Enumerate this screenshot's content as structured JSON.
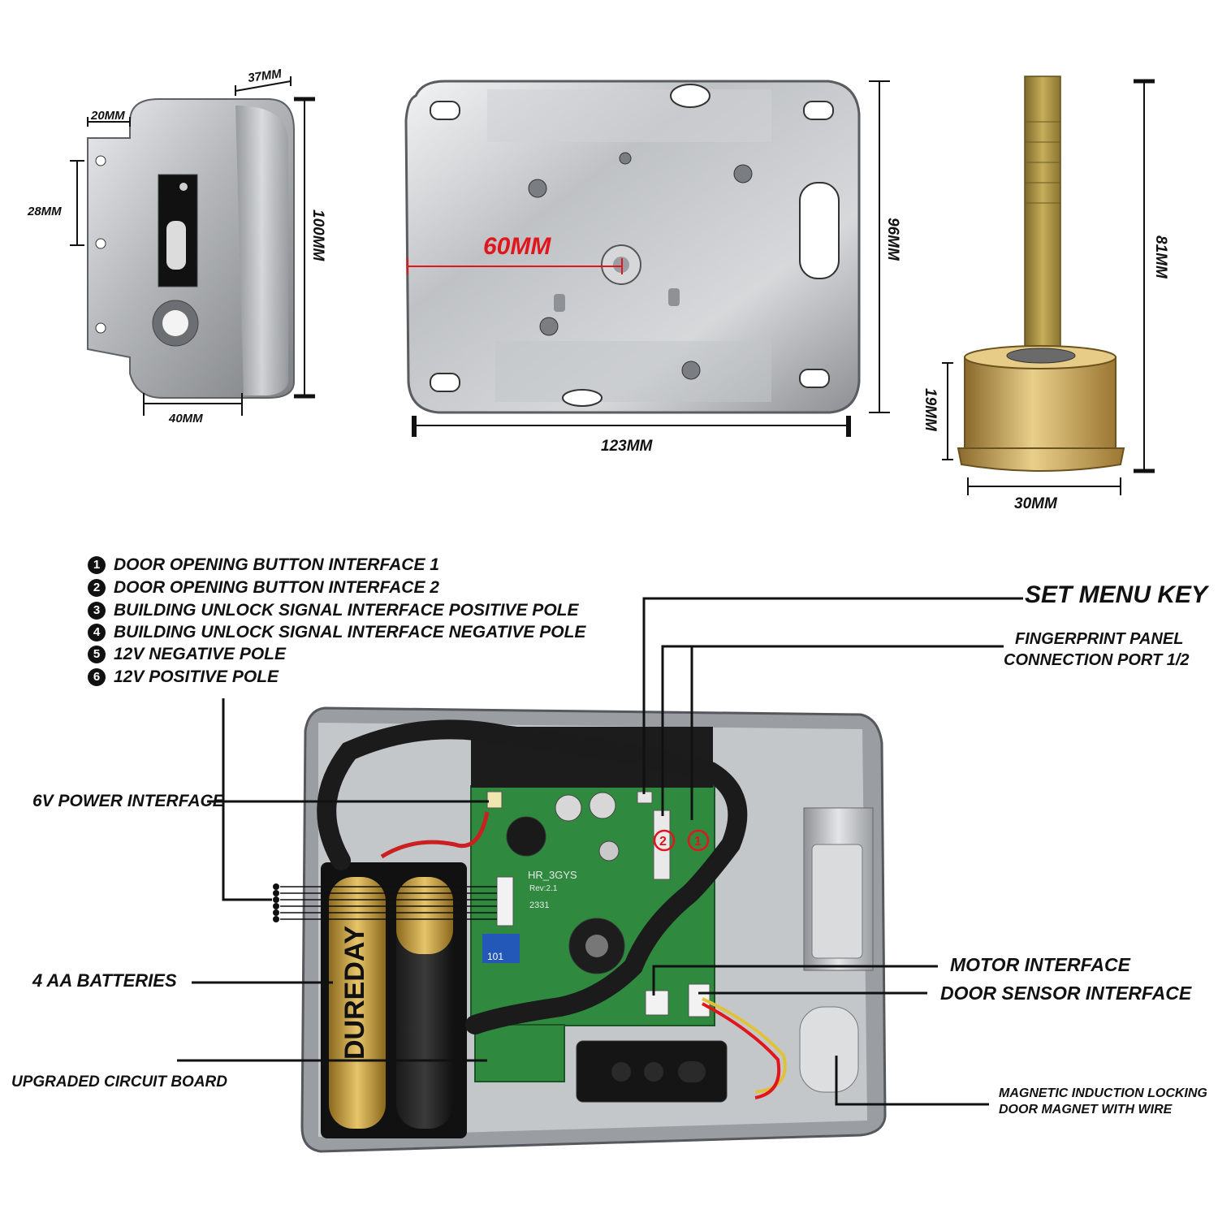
{
  "dimensions": {
    "strike_depth": "37MM",
    "strike_flange": "20MM",
    "strike_hole_pitch": "28MM",
    "strike_height": "100MM",
    "strike_width": "40MM",
    "plate_offset": "60MM",
    "plate_height": "96MM",
    "plate_width": "123MM",
    "spindle_length": "81MM",
    "cylinder_height": "19MM",
    "cylinder_diameter": "30MM"
  },
  "legend": [
    {
      "n": "1",
      "text": "DOOR OPENING BUTTON INTERFACE 1"
    },
    {
      "n": "2",
      "text": "DOOR OPENING BUTTON INTERFACE 2"
    },
    {
      "n": "3",
      "text": "BUILDING UNLOCK SIGNAL INTERFACE POSITIVE POLE"
    },
    {
      "n": "4",
      "text": "BUILDING UNLOCK SIGNAL INTERFACE NEGATIVE POLE"
    },
    {
      "n": "5",
      "text": "12V NEGATIVE POLE"
    },
    {
      "n": "6",
      "text": "12V POSITIVE POLE"
    }
  ],
  "callouts": {
    "set_menu_key": "SET MENU KEY",
    "fingerprint_port_line1": "FINGERPRINT PANEL",
    "fingerprint_port_line2": "CONNECTION PORT 1/2",
    "power_interface": "6V POWER INTERFACE",
    "batteries": "4 AA BATTERIES",
    "circuit_board": "UPGRADED CIRCUIT BOARD",
    "motor_interface": "MOTOR INTERFACE",
    "door_sensor": "DOOR SENSOR INTERFACE",
    "magnet_line1": "MAGNETIC INDUCTION LOCKING",
    "magnet_line2": "DOOR MAGNET WITH WIRE"
  },
  "product_text": {
    "battery_brand": "DUREDAY",
    "board_model": "HR_3GYS",
    "board_rev": "Rev:2.1",
    "board_code": "2331",
    "module_code": "101",
    "port_marker_1": "1",
    "port_marker_2": "2"
  },
  "colors": {
    "steel": "#b9bcbf",
    "brass": "#c9a14a",
    "pcb": "#2f8a3f",
    "red_dimension": "#e0161c"
  }
}
